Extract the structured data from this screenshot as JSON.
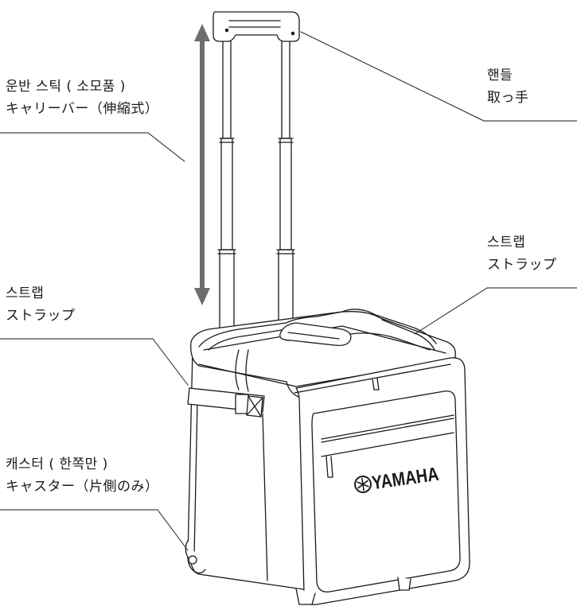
{
  "labels": {
    "handle": {
      "ko": "핸들",
      "ja": "取っ手"
    },
    "carry_bar": {
      "ko": "운반 스틱 ( 소모품 )",
      "ja": "キャリーバー（伸縮式）"
    },
    "strap_right": {
      "ko": "스트랩",
      "ja": "ストラップ"
    },
    "strap_left": {
      "ko": "스트랩",
      "ja": "ストラップ"
    },
    "caster": {
      "ko": "캐스터 ( 한쪽만 )",
      "ja": "キャスター（片側のみ）"
    }
  },
  "brand": {
    "logo_text": "YAMAHA"
  },
  "colors": {
    "line": "#1a1a1a",
    "arrow": "#6d6d6d",
    "fill": "#ffffff"
  }
}
